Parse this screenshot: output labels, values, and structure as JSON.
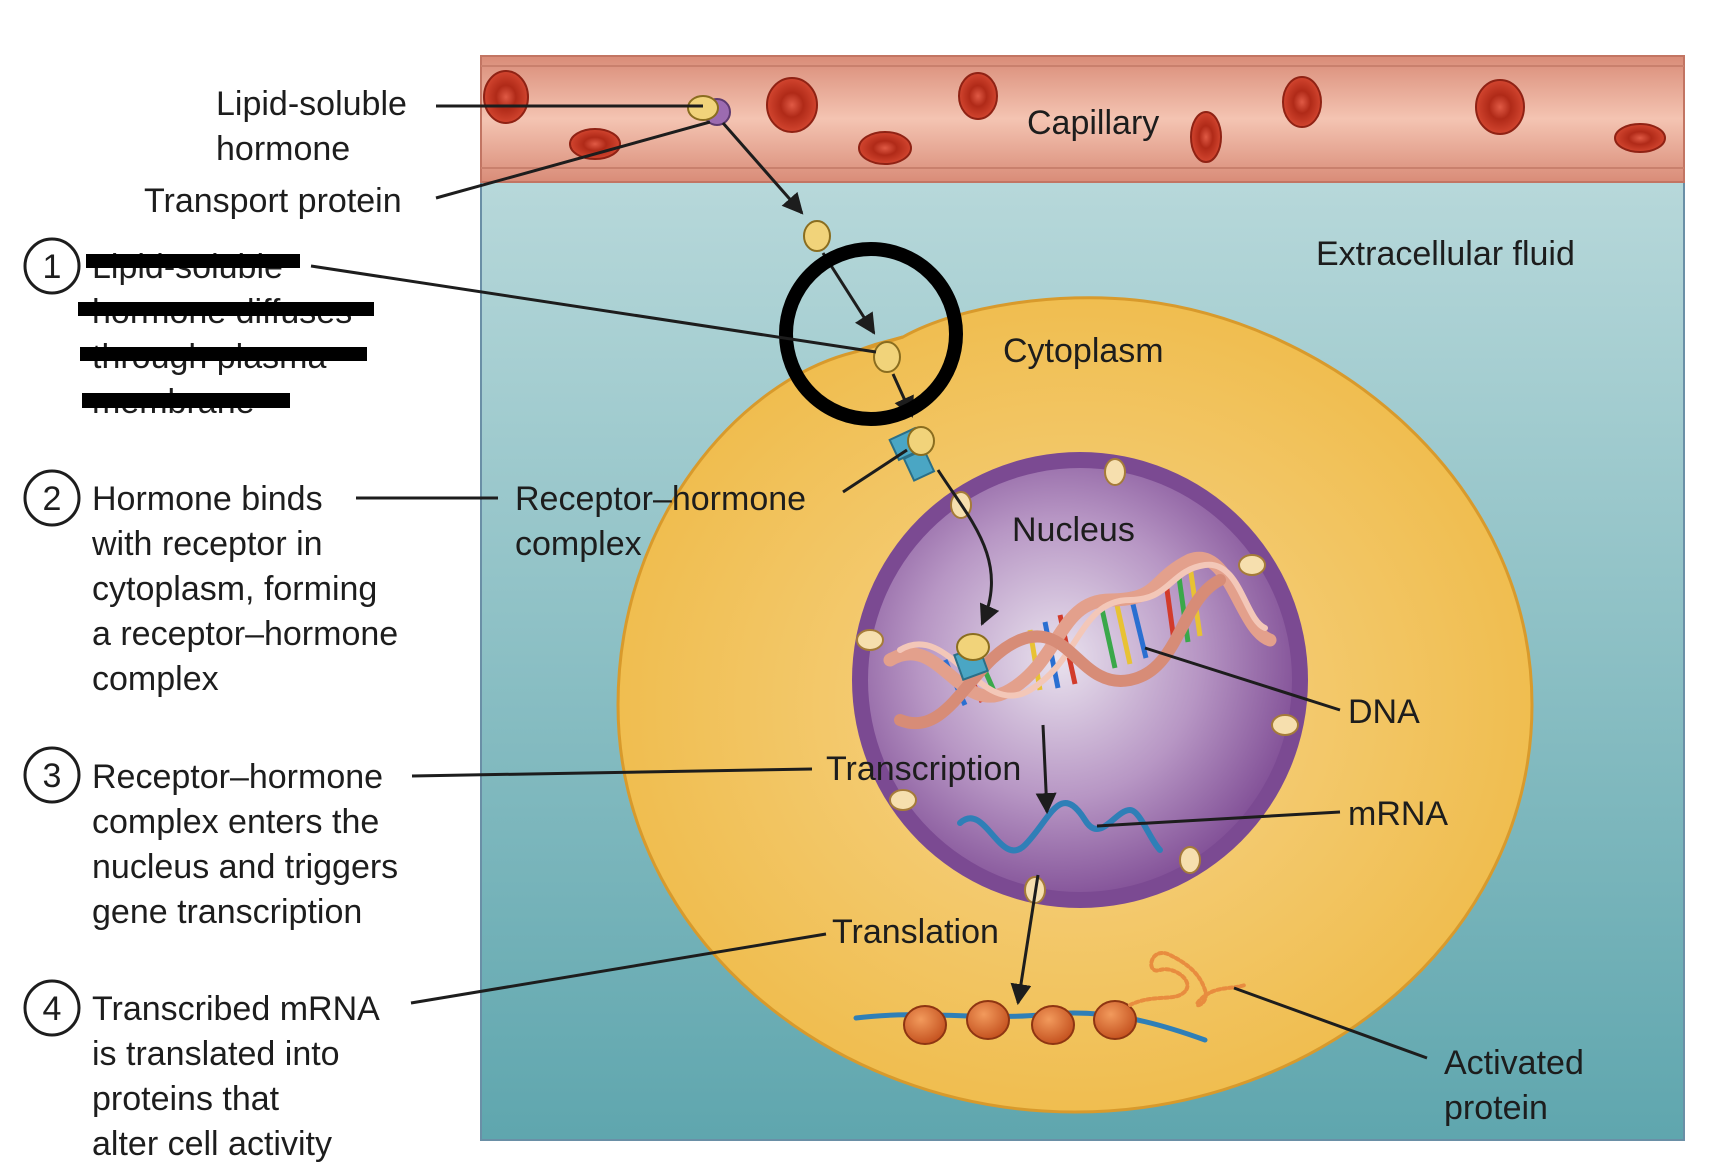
{
  "labels": {
    "lipid_soluble_hormone": [
      "Lipid-soluble",
      "hormone"
    ],
    "transport_protein": "Transport protein",
    "capillary": "Capillary",
    "extracellular_fluid": "Extracellular fluid",
    "cytoplasm": "Cytoplasm",
    "receptor_hormone_complex": [
      "Receptor–hormone",
      "complex"
    ],
    "nucleus": "Nucleus",
    "dna": "DNA",
    "transcription": "Transcription",
    "mrna": "mRNA",
    "translation": "Translation",
    "activated_protein": [
      "Activated",
      "protein"
    ]
  },
  "steps": [
    {
      "number": "1",
      "lines": [
        "Lipid-soluble",
        "hormone diffuses",
        "through plasma",
        "membrane"
      ],
      "redacted": true
    },
    {
      "number": "2",
      "lines": [
        "Hormone binds",
        "with receptor in",
        "cytoplasm, forming",
        "a receptor–hormone",
        "complex"
      ],
      "redacted": false
    },
    {
      "number": "3",
      "lines": [
        "Receptor–hormone",
        "complex enters the",
        "nucleus and triggers",
        "gene transcription"
      ],
      "redacted": false
    },
    {
      "number": "4",
      "lines": [
        "Transcribed mRNA",
        "is translated into",
        "proteins that",
        "alter cell activity"
      ],
      "redacted": false
    }
  ],
  "colors": {
    "capillary_wall": "#e8aa98",
    "blood_cell": "#c6301e",
    "extracellular_fluid": "#7fb8bd",
    "cytoplasm": "#f3c457",
    "nucleus": "#9d6aae",
    "hormone": "#f1d37a",
    "receptor": "#4aa6c4",
    "ribosome": "#e06a2c",
    "highlight_ring": "#000000"
  }
}
